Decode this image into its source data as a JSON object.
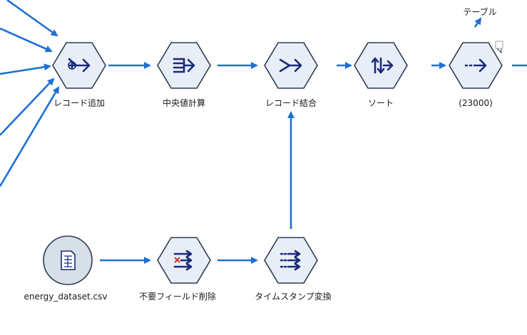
{
  "nodes": {
    "append": {
      "label": "レコード追加",
      "icon": "append-records-icon"
    },
    "median": {
      "label": "中央値計算",
      "icon": "aggregate-icon"
    },
    "merge": {
      "label": "レコード結合",
      "icon": "merge-icon"
    },
    "sort": {
      "label": "ソート",
      "icon": "sort-icon"
    },
    "table": {
      "label": "(23000)",
      "icon": "table-output-icon"
    },
    "table_top": {
      "label": "テーブル"
    },
    "source": {
      "label": "energy_dataset.csv",
      "icon": "csv-source-icon"
    },
    "filter": {
      "label": "不要フィールド削除",
      "icon": "filter-fields-icon"
    },
    "derive": {
      "label": "タイムスタンプ変換",
      "icon": "derive-icon"
    }
  },
  "colors": {
    "edge": "#1f6fd6",
    "node_fill": "#e8eef7",
    "node_stroke": "#2b3d52",
    "glyph": "#1a2a7a",
    "filter_x": "#d23b2e"
  }
}
